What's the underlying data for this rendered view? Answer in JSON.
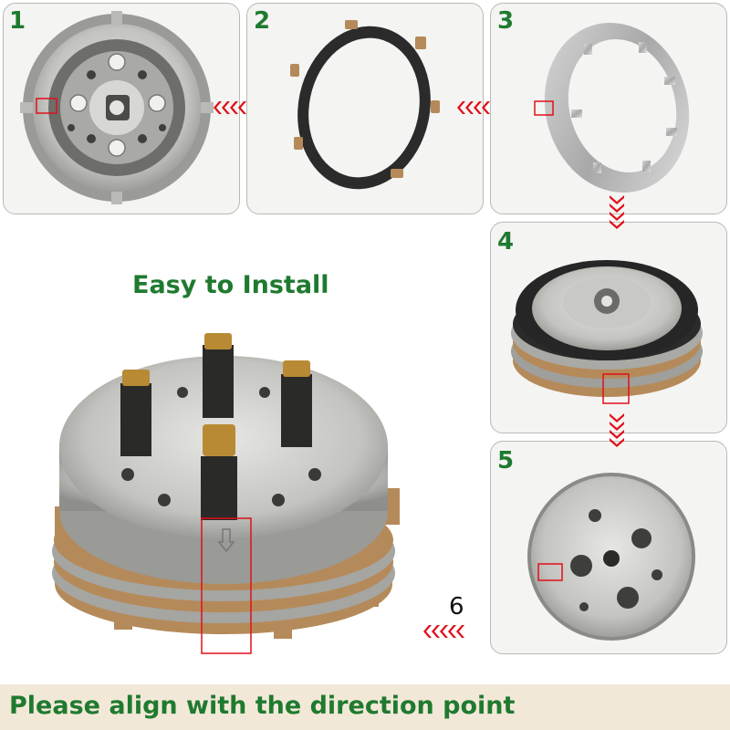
{
  "steps": [
    {
      "number": "1"
    },
    {
      "number": "2"
    },
    {
      "number": "3"
    },
    {
      "number": "4"
    },
    {
      "number": "5"
    },
    {
      "number": "6"
    }
  ],
  "heading": "Easy to Install",
  "footer": "Please align with the direction point",
  "colors": {
    "accent_green": "#1f7a2f",
    "arrow_red": "#e0101a",
    "footer_bg": "#f2e8d8",
    "friction_brown": "#b58a5a",
    "aluminium": "#c9c9c5"
  }
}
